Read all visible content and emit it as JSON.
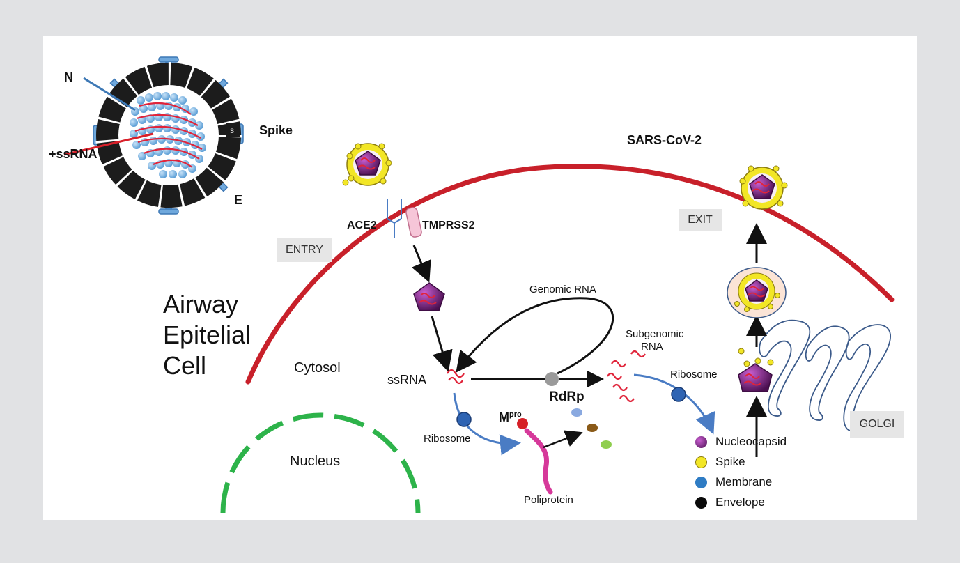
{
  "labels": {
    "virion_n": "N",
    "virion_spike": "Spike",
    "virion_ssrna": "+ssRNA",
    "virion_e": "E",
    "virion_s": "S",
    "virus_name": "SARS-CoV-2",
    "ace2": "ACE2",
    "tmprss2": "TMPRSS2",
    "entry": "ENTRY",
    "exit": "EXIT",
    "golgi": "GOLGI",
    "cell_line1": "Airway",
    "cell_line2": "Epitelial",
    "cell_line3": "Cell",
    "cytosol": "Cytosol",
    "nucleus": "Nucleus",
    "genomic_rna": "Genomic RNA",
    "subgenomic_rna_line1": "Subgenomic",
    "subgenomic_rna_line2": "RNA",
    "ssrna": "ssRNA",
    "rdrp": "RdRp",
    "mpro_base": "M",
    "mpro_sup": "pro",
    "ribosome_left": "Ribosome",
    "ribosome_right": "Ribosome",
    "poliprotein": "Poliprotein"
  },
  "legend": [
    {
      "label": "Nucleocapsid",
      "color": "#6a1a6e"
    },
    {
      "label": "Spike",
      "color": "#f2e626"
    },
    {
      "label": "Membrane",
      "color": "#2f7cc4"
    },
    {
      "label": "Envelope",
      "color": "#0a0a0a"
    }
  ],
  "colors": {
    "cell_membrane": "#c8202a",
    "nucleus": "#2db34a",
    "rna": "#e0243a",
    "arrow_blue": "#4a7cc4",
    "poliprotein": "#d6399a",
    "nucleocapsid": "#6a1a6e",
    "spike": "#f2e626"
  }
}
